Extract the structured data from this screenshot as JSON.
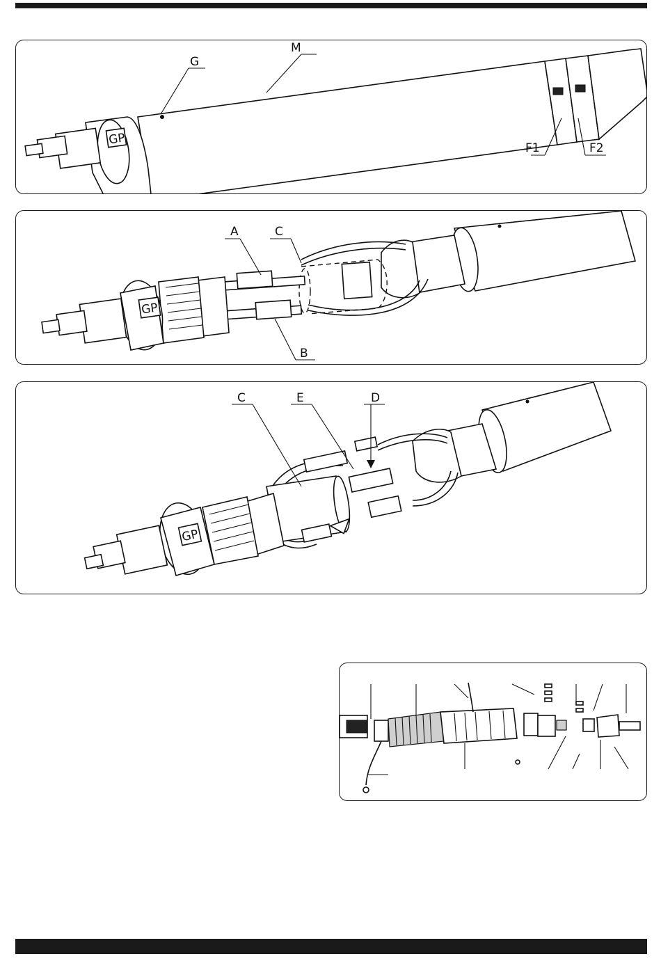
{
  "panel1": {
    "labels": {
      "g": "G",
      "m": "M",
      "f1": "F1",
      "f2": "F2"
    }
  },
  "panel2": {
    "labels": {
      "a": "A",
      "c": "C",
      "b": "B"
    }
  },
  "panel3": {
    "labels": {
      "c": "C",
      "e": "E",
      "d": "D"
    }
  },
  "connector_logo": "GP",
  "colors": {
    "ink": "#111111",
    "bar": "#1a1a1a",
    "background": "#ffffff"
  }
}
